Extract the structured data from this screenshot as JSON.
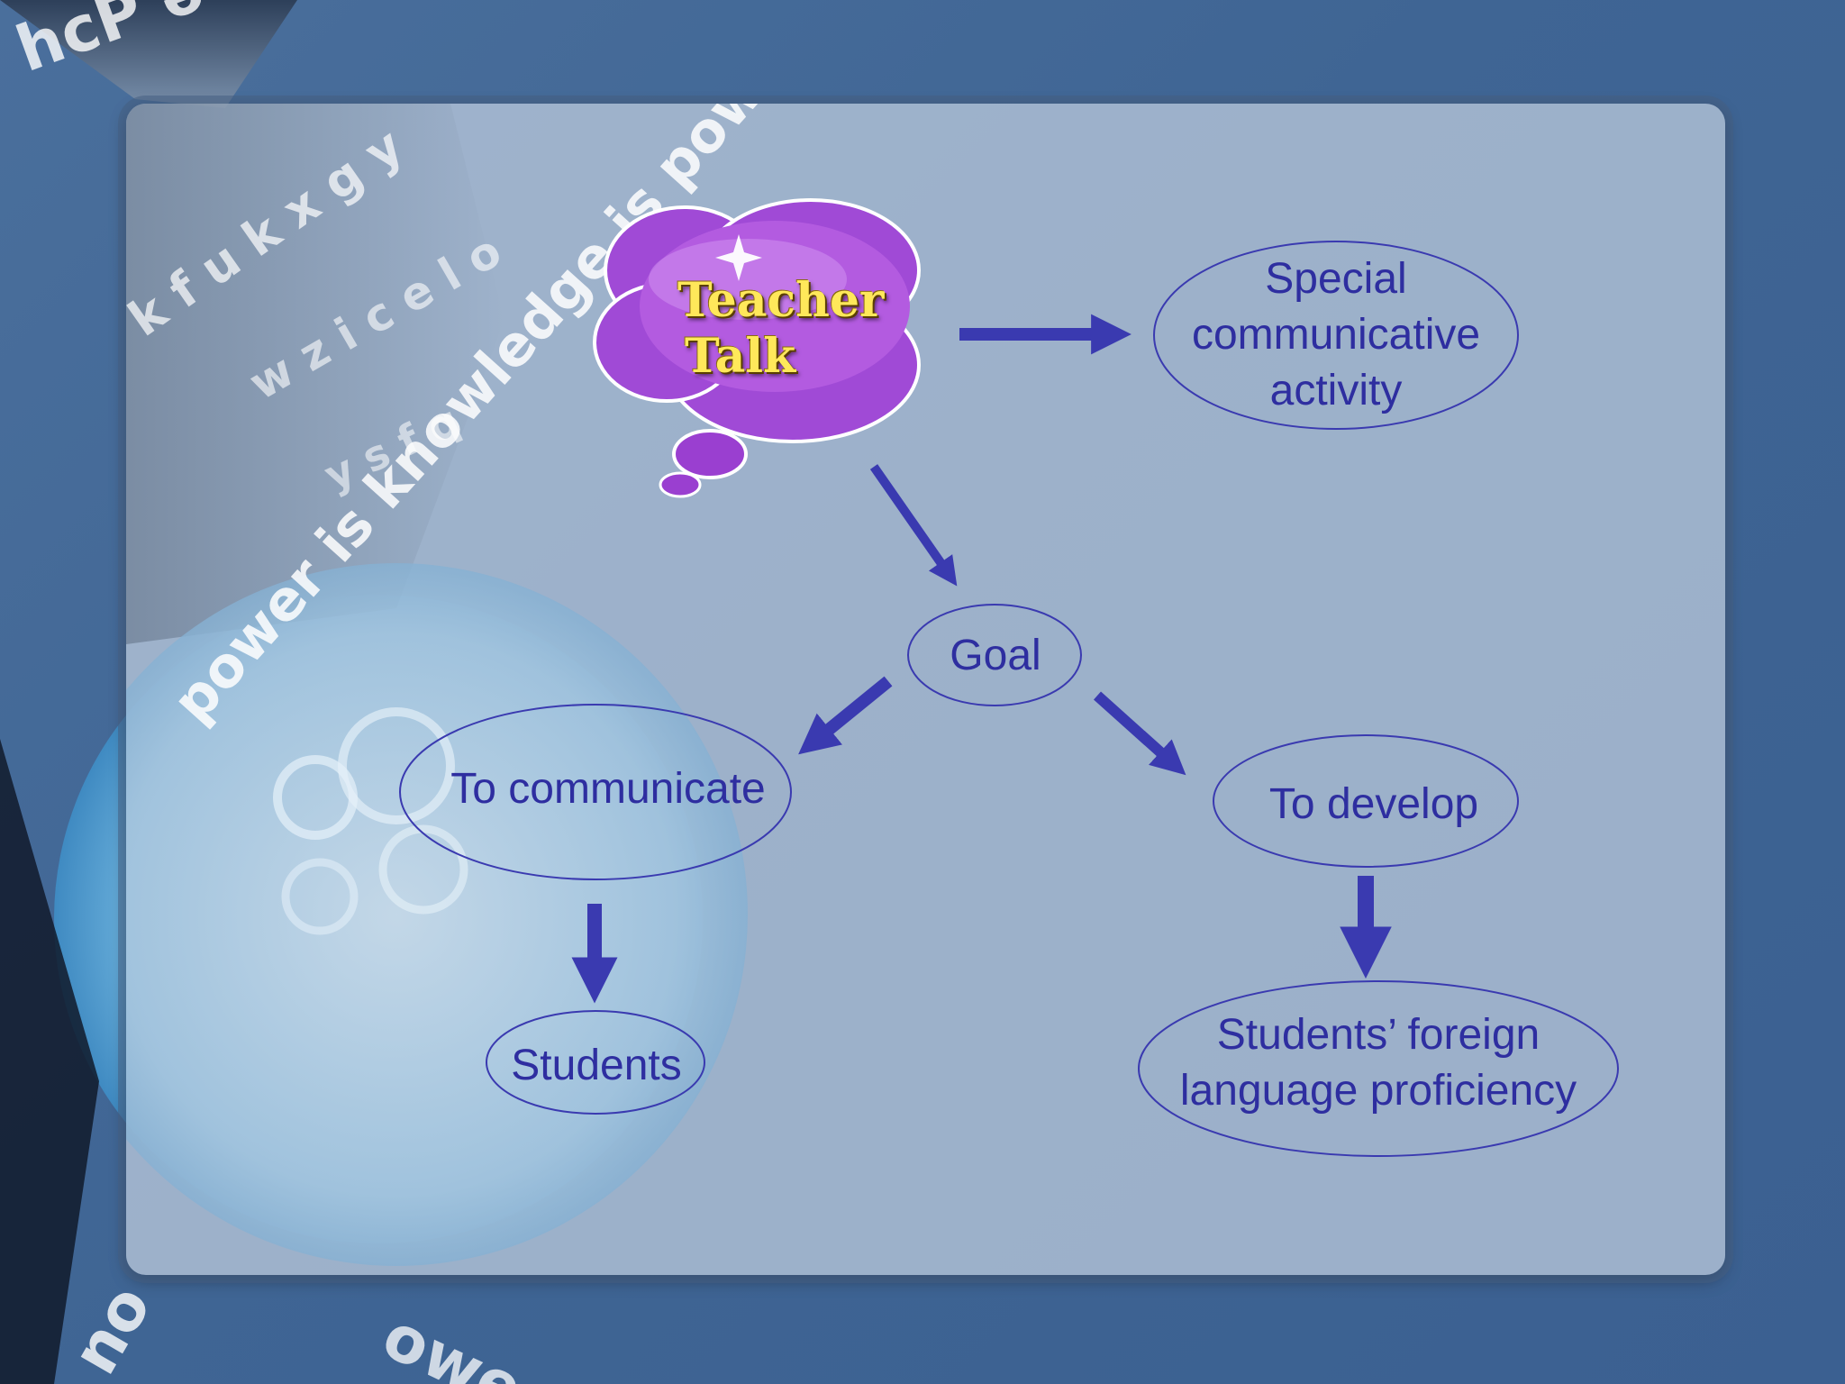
{
  "colors": {
    "accent": "#3a3ab0",
    "text": "#2e2ea0",
    "cloud": "#9a3fd0",
    "cloud_text": "#ffe85a",
    "background": "#3f6594"
  },
  "cloud": {
    "line1": "Teacher",
    "line2": "Talk"
  },
  "nodes": {
    "special_activity": "Special\ncommunicative\nactivity",
    "goal": "Goal",
    "to_communicate": "To communicate",
    "to_develop": "To develop",
    "students": "Students",
    "proficiency": "Students’ foreign\nlanguage proficiency"
  },
  "background_text": {
    "arc": "power is knowledge is power"
  }
}
